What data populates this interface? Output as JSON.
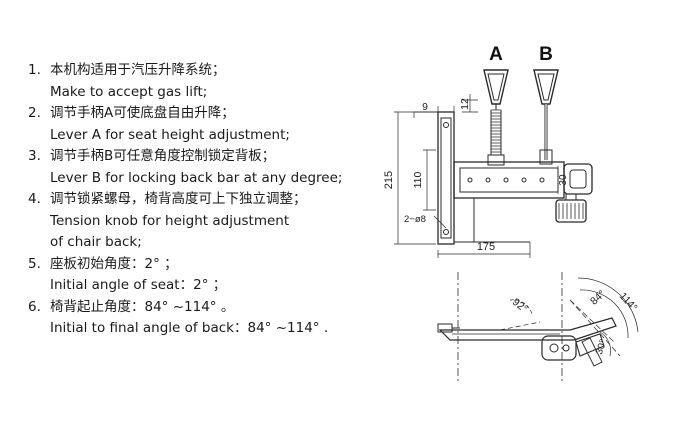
{
  "specs": [
    {
      "num": "1.",
      "lines": [
        "本机构适用于汽压升降系统；",
        "Make to accept gas lift;"
      ]
    },
    {
      "num": "2.",
      "lines": [
        "调节手柄A可使底盘自由升降；",
        "Lever A for seat height adjustment;"
      ]
    },
    {
      "num": "3.",
      "lines": [
        "调节手柄B可任意角度控制锁定背板；",
        "Lever B for locking back bar at any degree;"
      ]
    },
    {
      "num": "4.",
      "lines": [
        "调节锁紧螺母，椅背高度可上下独立调整；",
        "Tension knob for height adjustment",
        "of chair back;"
      ]
    },
    {
      "num": "5.",
      "lines": [
        "座板初始角度：2°  ；",
        "Initial angle of seat：2°  ；"
      ]
    },
    {
      "num": "6.",
      "lines": [
        "椅背起止角度：84°  ~114°  。",
        "Initial to final angle of back：84°  ~114°  ."
      ]
    }
  ],
  "diagram": {
    "top_view": {
      "lever_a_label": "A",
      "lever_b_label": "B",
      "dims": {
        "d9": "9",
        "d12": "12",
        "d215": "215",
        "d110": "110",
        "d175": "175",
        "d30": "30",
        "hole": "2−ø8"
      }
    },
    "side_view": {
      "a92": "92°",
      "a84": "84°",
      "a114": "114°",
      "a30": "30°"
    }
  }
}
